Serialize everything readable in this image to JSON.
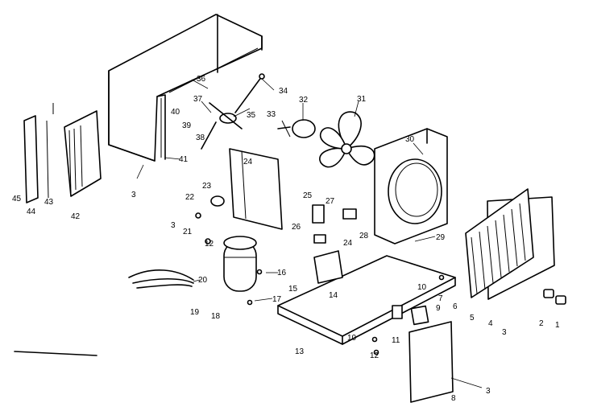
{
  "callouts": [
    {
      "id": "c1",
      "text": "1"
    },
    {
      "id": "c2",
      "text": "2"
    },
    {
      "id": "c3a",
      "text": "3"
    },
    {
      "id": "c3b",
      "text": "3"
    },
    {
      "id": "c3c",
      "text": "3"
    },
    {
      "id": "c3d",
      "text": "3"
    },
    {
      "id": "c4",
      "text": "4"
    },
    {
      "id": "c5",
      "text": "5"
    },
    {
      "id": "c6",
      "text": "6"
    },
    {
      "id": "c7",
      "text": "7"
    },
    {
      "id": "c8",
      "text": "8"
    },
    {
      "id": "c9",
      "text": "9"
    },
    {
      "id": "c10a",
      "text": "10"
    },
    {
      "id": "c10b",
      "text": "10"
    },
    {
      "id": "c11",
      "text": "11"
    },
    {
      "id": "c12a",
      "text": "12"
    },
    {
      "id": "c12b",
      "text": "12"
    },
    {
      "id": "c13",
      "text": "13"
    },
    {
      "id": "c14",
      "text": "14"
    },
    {
      "id": "c15",
      "text": "15"
    },
    {
      "id": "c16",
      "text": "16"
    },
    {
      "id": "c17",
      "text": "17"
    },
    {
      "id": "c18",
      "text": "18"
    },
    {
      "id": "c19",
      "text": "19"
    },
    {
      "id": "c20",
      "text": "20"
    },
    {
      "id": "c21",
      "text": "21"
    },
    {
      "id": "c22",
      "text": "22"
    },
    {
      "id": "c23",
      "text": "23"
    },
    {
      "id": "c24a",
      "text": "24"
    },
    {
      "id": "c24b",
      "text": "24"
    },
    {
      "id": "c25",
      "text": "25"
    },
    {
      "id": "c26",
      "text": "26"
    },
    {
      "id": "c27",
      "text": "27"
    },
    {
      "id": "c28",
      "text": "28"
    },
    {
      "id": "c29",
      "text": "29"
    },
    {
      "id": "c30",
      "text": "30"
    },
    {
      "id": "c31",
      "text": "31"
    },
    {
      "id": "c32",
      "text": "32"
    },
    {
      "id": "c33",
      "text": "33"
    },
    {
      "id": "c34",
      "text": "34"
    },
    {
      "id": "c35",
      "text": "35"
    },
    {
      "id": "c36",
      "text": "36"
    },
    {
      "id": "c37",
      "text": "37"
    },
    {
      "id": "c38",
      "text": "38"
    },
    {
      "id": "c39",
      "text": "39"
    },
    {
      "id": "c40",
      "text": "40"
    },
    {
      "id": "c41",
      "text": "41"
    },
    {
      "id": "c42",
      "text": "42"
    },
    {
      "id": "c43",
      "text": "43"
    },
    {
      "id": "c44",
      "text": "44"
    },
    {
      "id": "c45",
      "text": "45"
    }
  ]
}
